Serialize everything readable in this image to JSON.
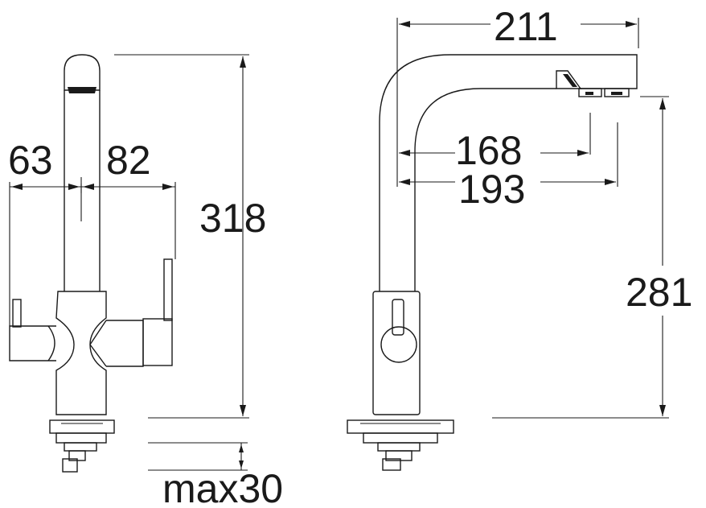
{
  "dimensions": {
    "front_left_width": "63",
    "front_right_width": "82",
    "front_total_height": "318",
    "max_deck_thickness": "max30",
    "side_total_reach": "211",
    "side_reach_outlet_1": "168",
    "side_reach_outlet_2": "193",
    "side_outlet_height": "281"
  },
  "colors": {
    "line": "#1a1a1a",
    "background": "#ffffff"
  }
}
